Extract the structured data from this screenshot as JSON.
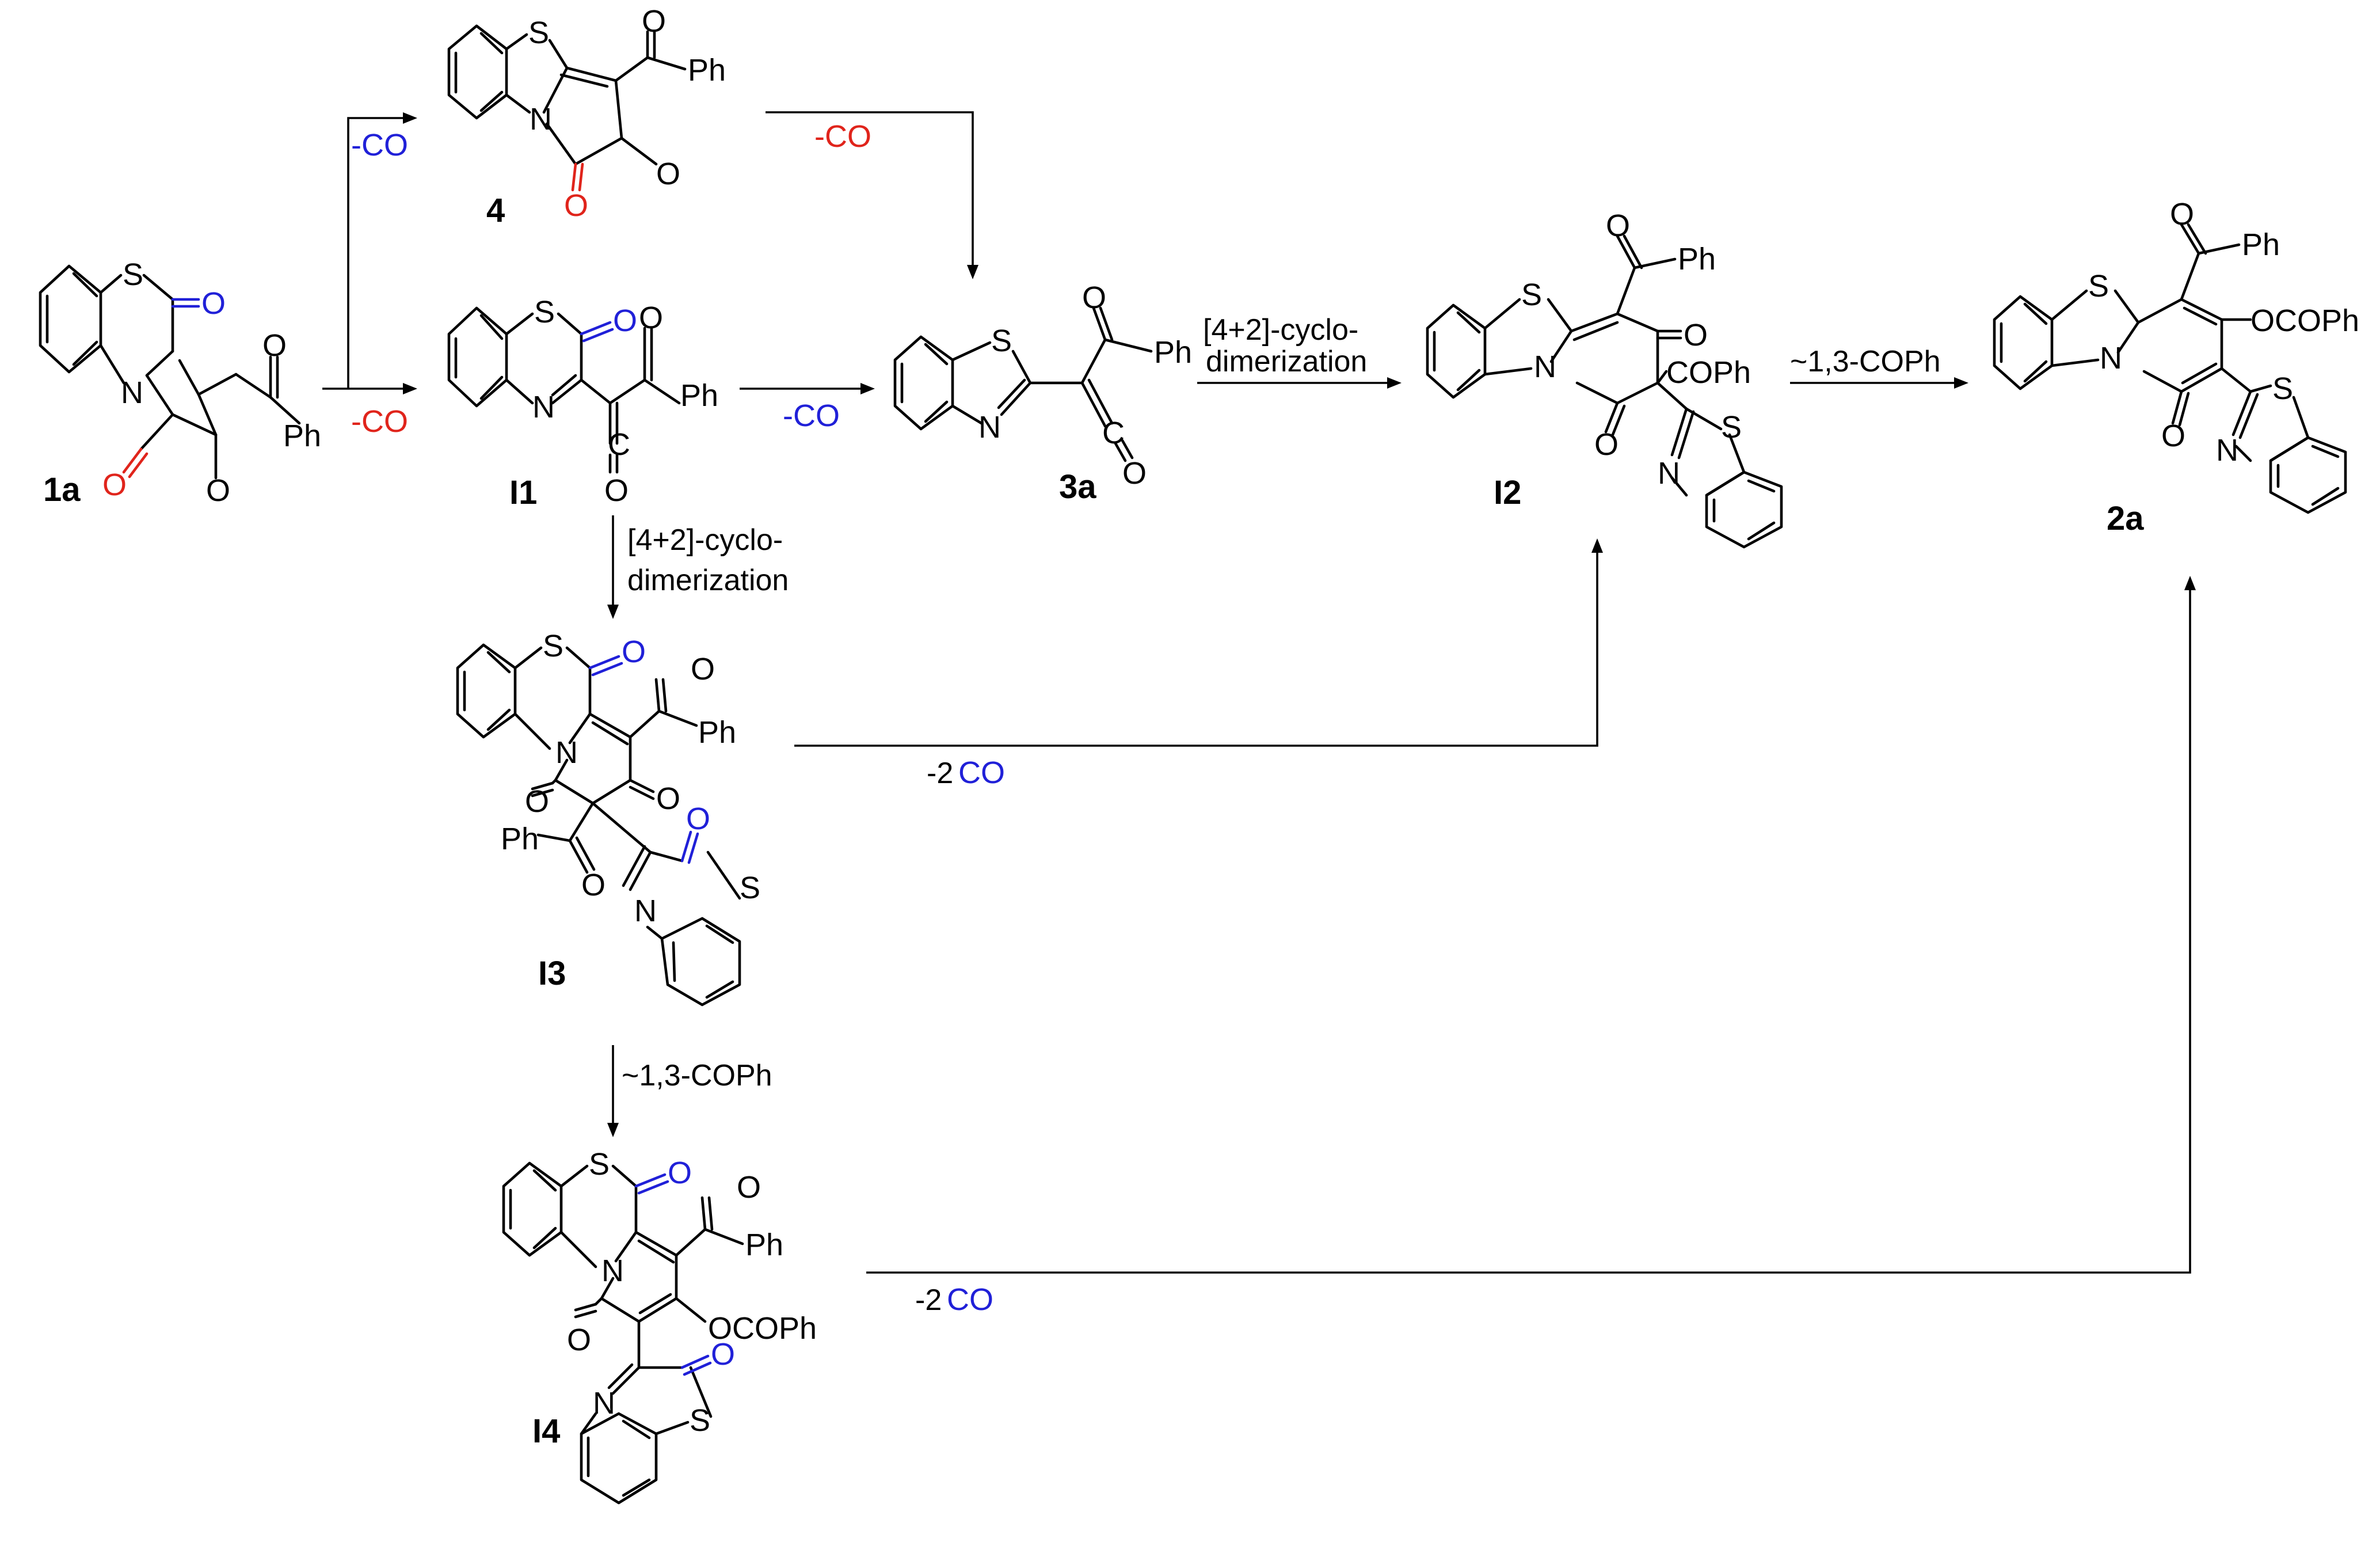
{
  "compounds": [
    {
      "id": "1a",
      "label": "1a"
    },
    {
      "id": "4",
      "label": "4"
    },
    {
      "id": "I1",
      "label": "I1"
    },
    {
      "id": "3a",
      "label": "3a"
    },
    {
      "id": "I2",
      "label": "I2"
    },
    {
      "id": "2a",
      "label": "2a"
    },
    {
      "id": "I3",
      "label": "I3"
    },
    {
      "id": "I4",
      "label": "I4"
    }
  ],
  "atoms": {
    "S": "S",
    "N": "N",
    "O": "O",
    "Ph": "Ph",
    "COPh": "COPh",
    "OCOPh": "OCOPh"
  },
  "conditions": {
    "minus_co": "-CO",
    "minus_2": "-2",
    "co": "CO",
    "cyclo_line1": "[4+2]-cyclo-",
    "cyclo_line2": "dimerization",
    "shift": "~1,3-COPh"
  },
  "colors": {
    "black": "#000000",
    "red": "#e0241b",
    "blue": "#2020d8"
  }
}
